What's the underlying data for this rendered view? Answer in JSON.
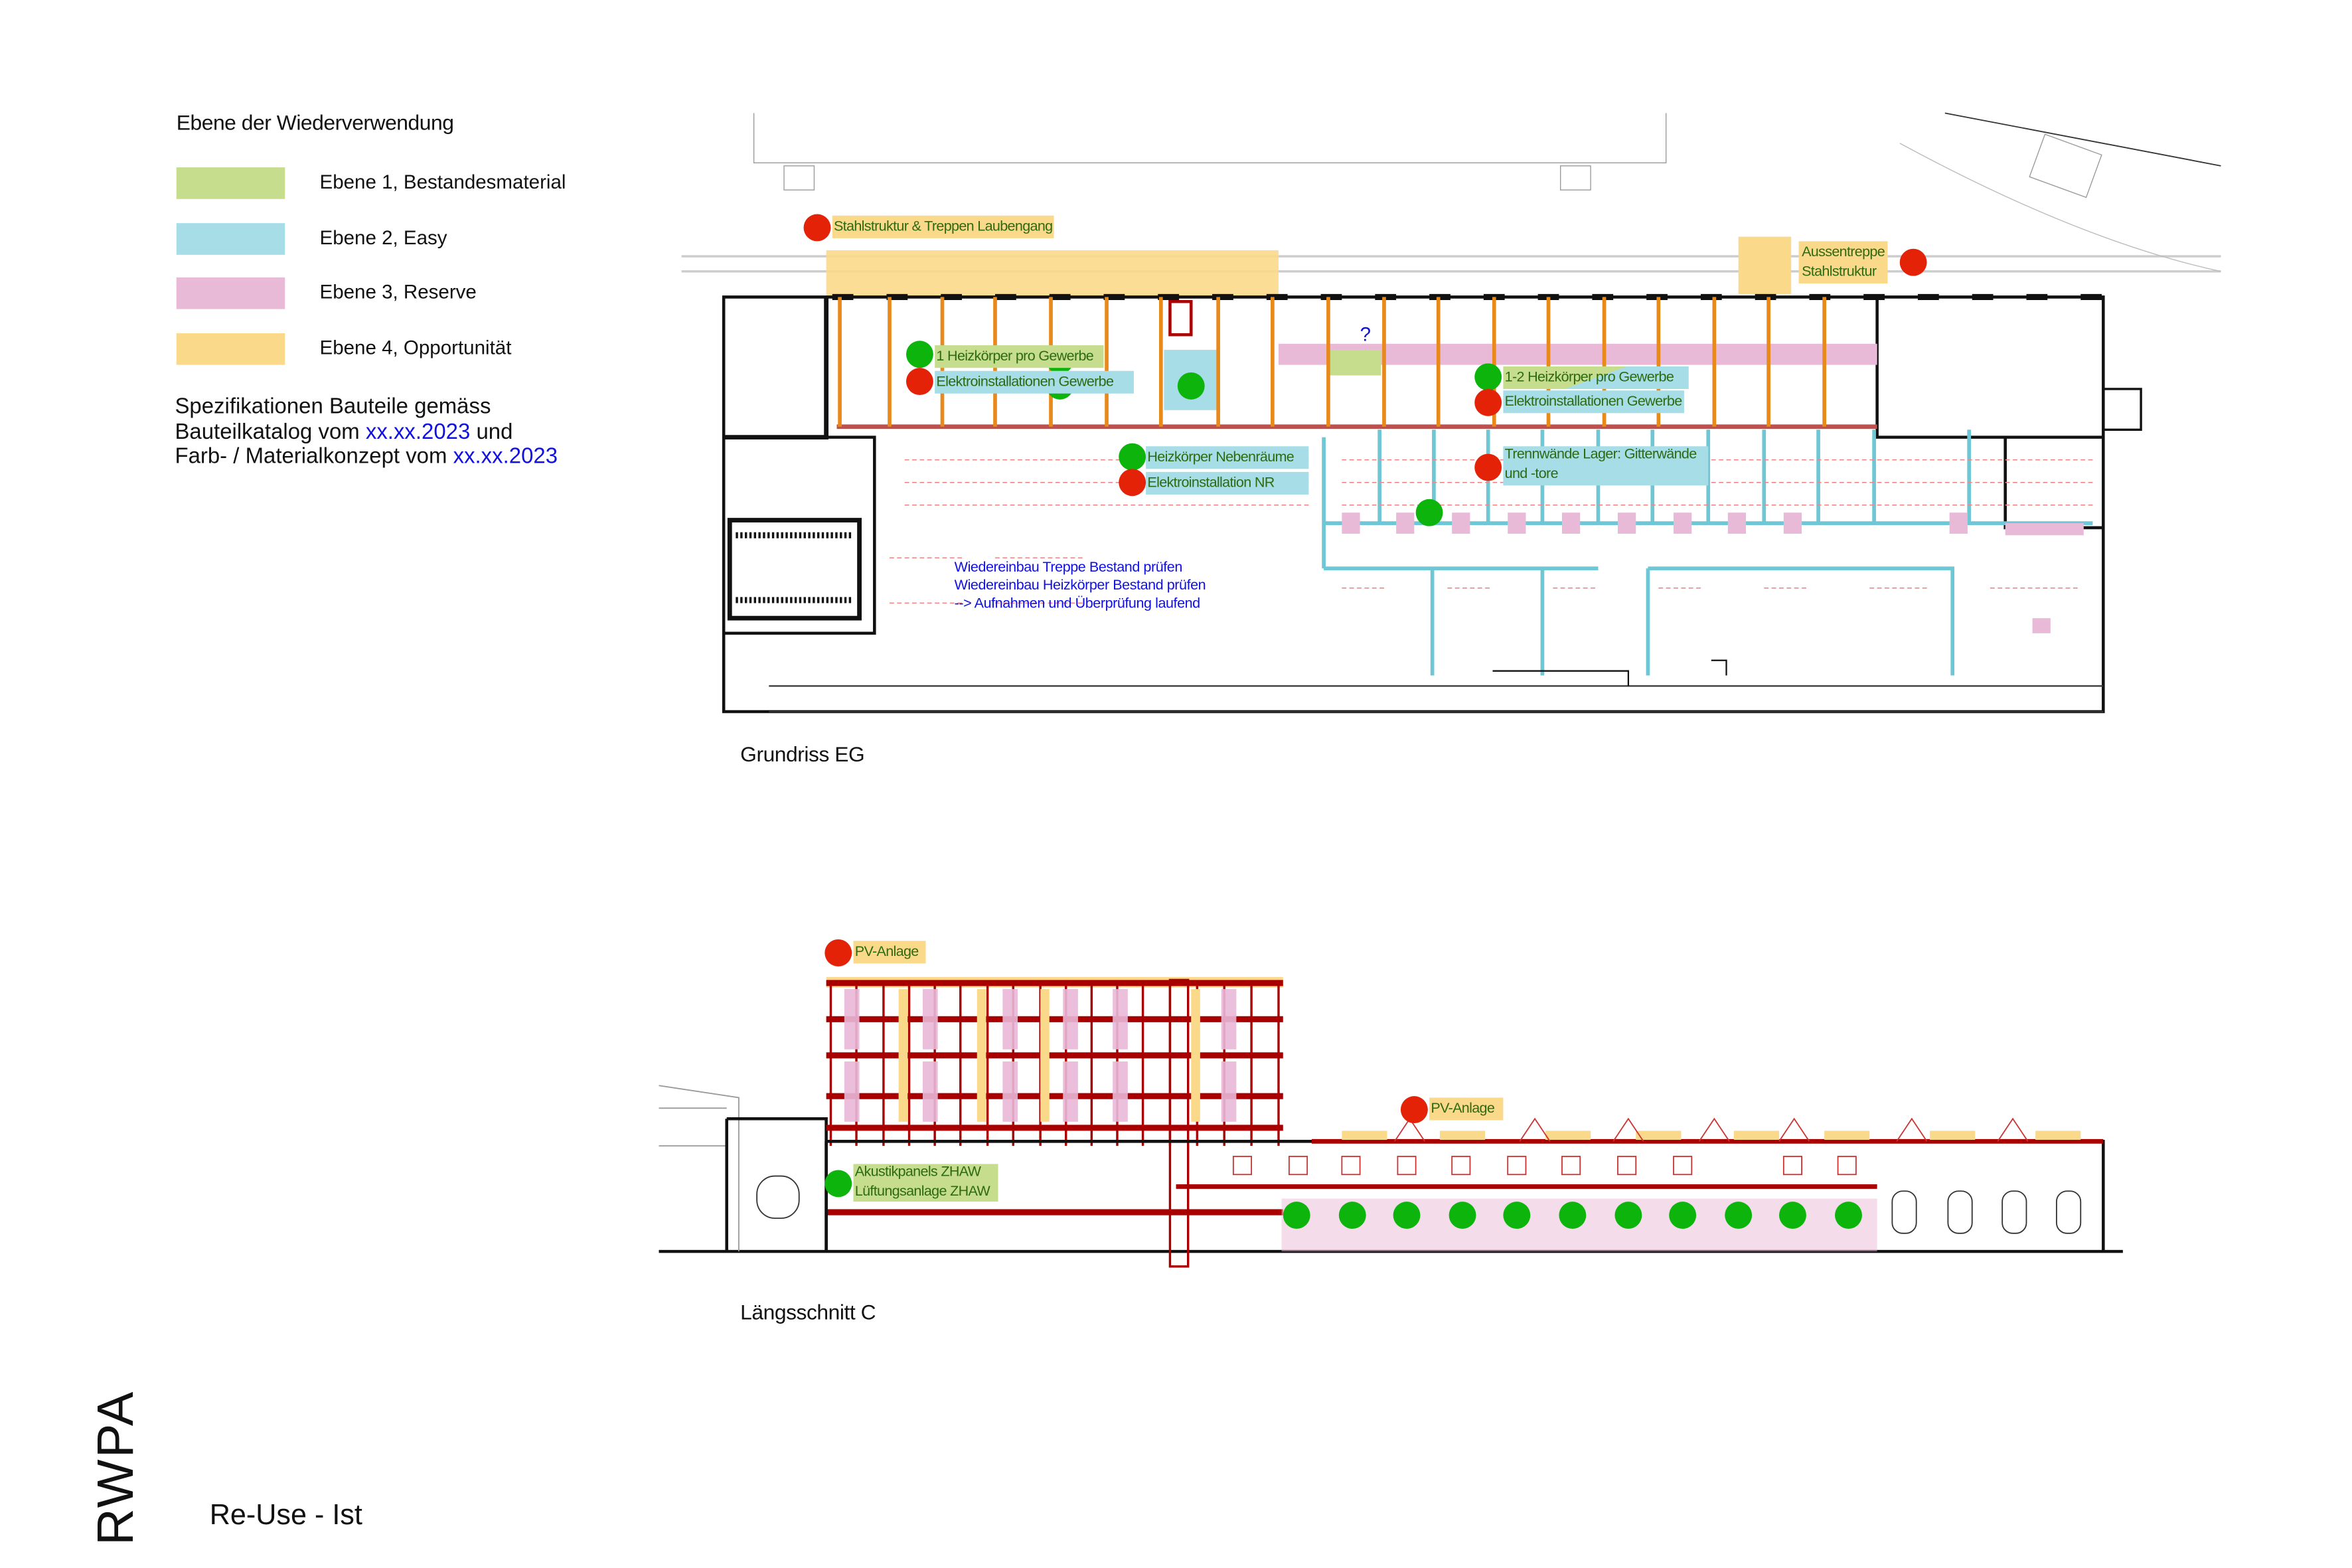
{
  "legend": {
    "title": "Ebene der Wiederverwendung",
    "items": [
      {
        "label": "Ebene 1, Bestandesmaterial",
        "color": "#c7dd8e"
      },
      {
        "label": "Ebene 2, Easy",
        "color": "#a6dde6"
      },
      {
        "label": "Ebene 3, Reserve",
        "color": "#e9b9d8"
      },
      {
        "label": "Ebene 4, Opportunität",
        "color": "#fbd98a"
      }
    ]
  },
  "spec": {
    "line1": "Spezifikationen Bauteile gemäss",
    "line2_pre": "Bauteilkatalog vom ",
    "line2_link": "xx.xx.2023",
    "line2_post": " und",
    "line3_pre": "Farb- / Materialkonzept vom ",
    "line3_link": "xx.xx.2023"
  },
  "plan": {
    "title": "Grundriss EG",
    "question_mark": "?",
    "labels": {
      "stahlstruktur": "Stahlstruktur & Treppen Laubengang",
      "aussentreppe_1": "Aussentreppe",
      "aussentreppe_2": "Stahlstruktur",
      "heizkoerper_gewerbe": "1 Heizkörper pro Gewerbe",
      "elektro_gewerbe_left": "Elektroinstallationen Gewerbe",
      "heizkoerper_gewerbe_right": "1-2 Heizkörper pro Gewerbe",
      "elektro_gewerbe_right": "Elektroinstallationen Gewerbe",
      "heizkoerper_nebenraeume": "Heizkörper Nebenräume",
      "elektro_nr": "Elektroinstallation NR",
      "trennwaende_1": "Trennwände Lager: Gitterwände",
      "trennwaende_2": "und -tore"
    },
    "note": [
      "Wiedereinbau Treppe Bestand prüfen",
      "Wiedereinbau Heizkörper Bestand prüfen",
      "--> Aufnahmen und Überprüfung laufend"
    ]
  },
  "section": {
    "title": "Längsschnitt C",
    "labels": {
      "pv_1": "PV-Anlage",
      "pv_2": "PV-Anlage",
      "akustik": "Akustikpanels ZHAW",
      "lueftung": "Lüftungsanlage ZHAW"
    }
  },
  "footer": {
    "logo": "RWPA",
    "title": "Re-Use - Ist"
  },
  "colors": {
    "red_marker": "#e32208",
    "green_marker": "#0cb40c",
    "link": "#1010e0",
    "label_text": "#2d6a12"
  }
}
